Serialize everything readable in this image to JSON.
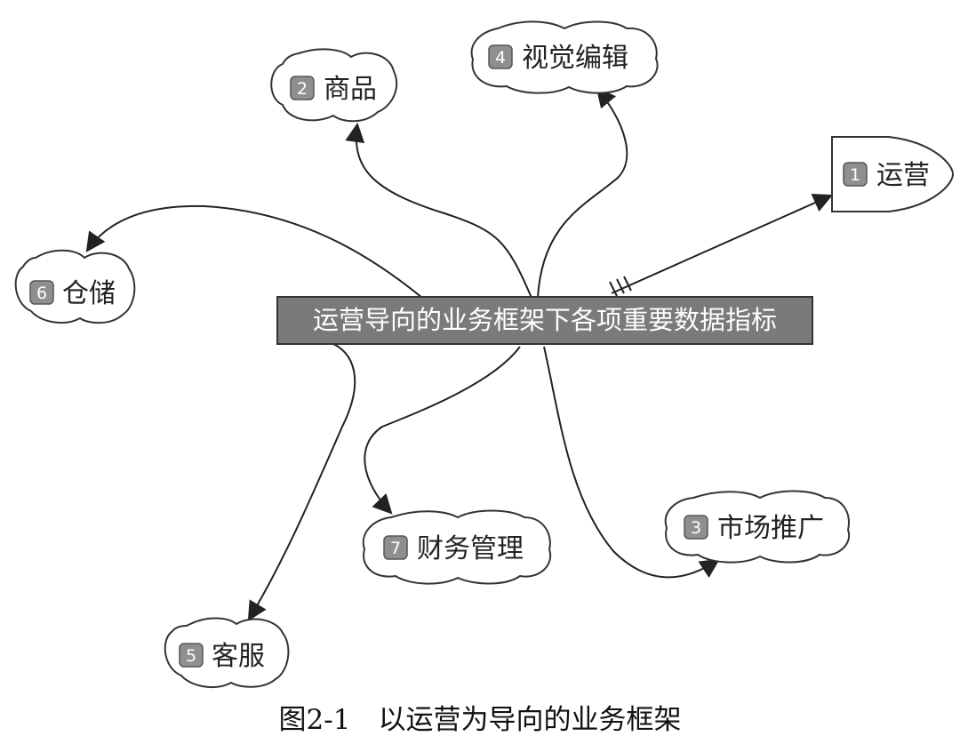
{
  "diagram": {
    "center": {
      "label": "运营导向的业务框架下各项重要数据指标"
    },
    "nodes": [
      {
        "id": "operation",
        "number": "1",
        "label": "运营"
      },
      {
        "id": "product",
        "number": "2",
        "label": "商品"
      },
      {
        "id": "marketing",
        "number": "3",
        "label": "市场推广"
      },
      {
        "id": "visual",
        "number": "4",
        "label": "视觉编辑"
      },
      {
        "id": "service",
        "number": "5",
        "label": "客服"
      },
      {
        "id": "warehouse",
        "number": "6",
        "label": "仓储"
      },
      {
        "id": "finance",
        "number": "7",
        "label": "财务管理"
      }
    ],
    "caption": "图2-1　以运营为导向的业务框架"
  },
  "colors": {
    "center_fill": "#7a7a7a",
    "badge_fill": "#8f8f8f",
    "stroke": "#222222"
  }
}
